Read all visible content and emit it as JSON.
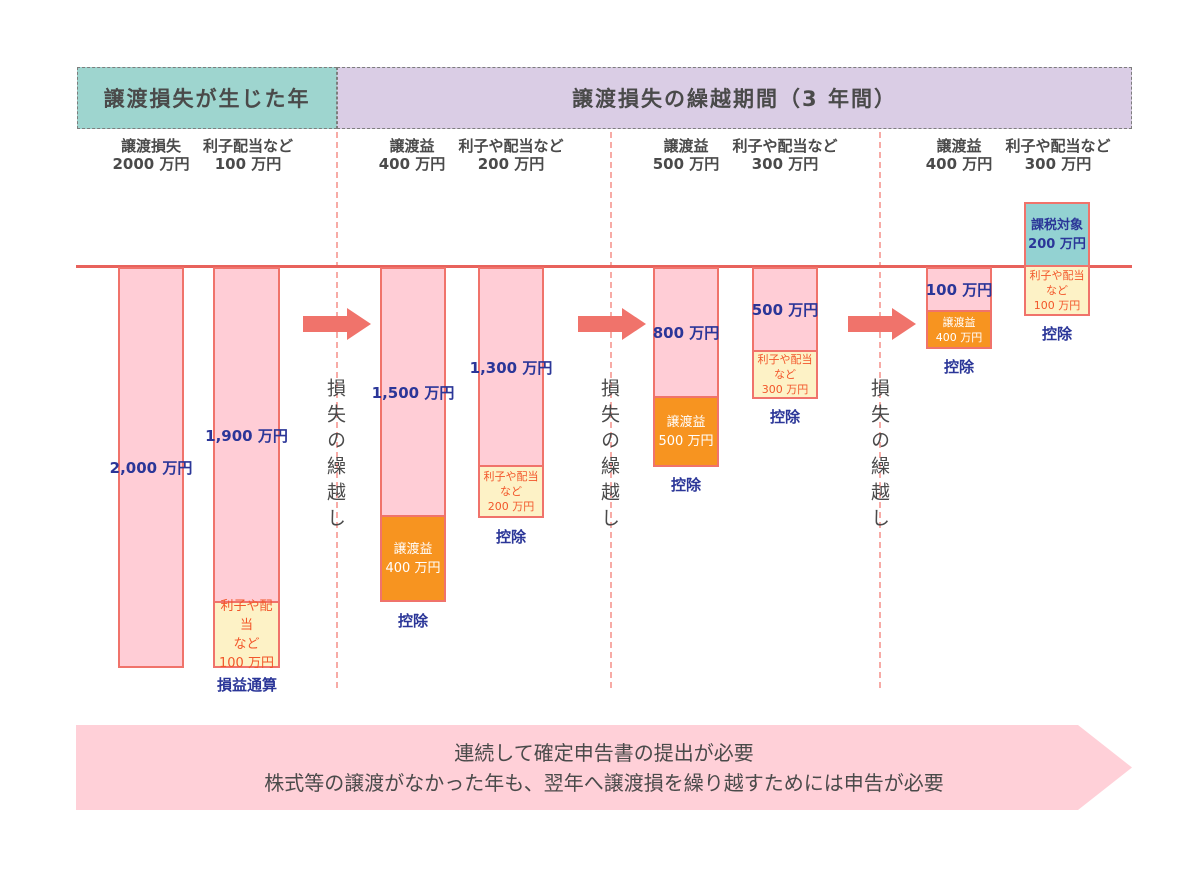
{
  "headers": {
    "loss_year": "譲渡損失が生じた年",
    "carryover": "譲渡損失の繰越期間（3 年間）"
  },
  "column_labels": [
    {
      "l1": "譲渡損失",
      "l2": "2000 万円"
    },
    {
      "l1": "利子配当など",
      "l2": "100 万円"
    },
    {
      "l1": "譲渡益",
      "l2": "400 万円"
    },
    {
      "l1": "利子や配当など",
      "l2": "200 万円"
    },
    {
      "l1": "譲渡益",
      "l2": "500 万円"
    },
    {
      "l1": "利子や配当など",
      "l2": "300 万円"
    },
    {
      "l1": "譲渡益",
      "l2": "400 万円"
    },
    {
      "l1": "利子や配当など",
      "l2": "300 万円"
    }
  ],
  "bars": {
    "loss_2000": {
      "value": "2,000 万円"
    },
    "loss_1900": {
      "value": "1,900 万円",
      "interest1": "利子や配当",
      "interest2": "など",
      "interest3": "100 万円",
      "caption": "損益通算"
    },
    "carry_1500": {
      "value": "1,500 万円",
      "gain1": "譲渡益",
      "gain2": "400 万円",
      "caption": "控除"
    },
    "carry_1300": {
      "value": "1,300 万円",
      "interest1": "利子や配当",
      "interest2": "など",
      "interest3": "200 万円",
      "caption": "控除"
    },
    "carry_800": {
      "value": "800 万円",
      "gain1": "譲渡益",
      "gain2": "500 万円",
      "caption": "控除"
    },
    "carry_500": {
      "value": "500 万円",
      "interest1": "利子や配当",
      "interest2": "など",
      "interest3": "300 万円",
      "caption": "控除"
    },
    "carry_100": {
      "value": "100 万円",
      "gain1": "譲渡益",
      "gain2": "400 万円",
      "caption": "控除"
    },
    "taxable": {
      "tax1": "課税対象",
      "tax2": "200 万円",
      "interest1": "利子や配当",
      "interest2": "など",
      "interest3": "100 万円",
      "caption": "控除"
    }
  },
  "carryover_label": "損失の繰越し",
  "banner": {
    "line1": "連続して確定申告書の提出が必要",
    "line2": "株式等の譲渡がなかった年も、翌年へ譲渡損を繰り越すためには申告が必要"
  },
  "colors": {
    "teal_header": "#9ed5cf",
    "purple_header": "#dacde5",
    "pink_fill": "#ffcdd6",
    "bar_border": "#f0736b",
    "orange_fill": "#f79420",
    "yellow_fill": "#fdf2c6",
    "teal_fill": "#93d2d2",
    "navy_text": "#2b3698",
    "orange_text": "#f2572b",
    "gray_text": "#4a4a4a",
    "baseline_red": "#e8625c",
    "arrow_salmon": "#f0736b",
    "banner_pink": "#ffd0d8"
  }
}
